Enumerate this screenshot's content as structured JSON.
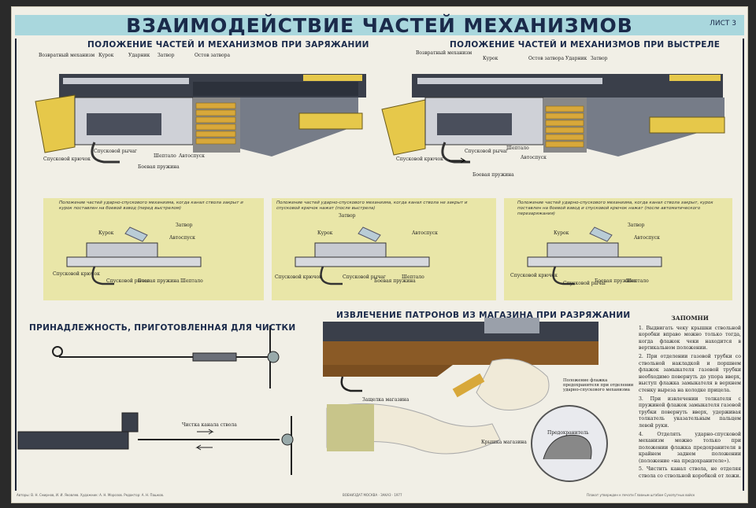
{
  "title": "ВЗАИМОДЕЙСТВИЕ ЧАСТЕЙ МЕХАНИЗМОВ",
  "sheet": "ЛИСТ 3",
  "left_section": {
    "heading": "ПОЛОЖЕНИЕ ЧАСТЕЙ И МЕХАНИЗМОВ ПРИ ЗАРЯЖАНИИ",
    "labels": [
      "Возвратный механизм",
      "Курок",
      "Ударник",
      "Затвор",
      "Остов затвора",
      "Спусковой крючок",
      "Спусковой рычаг",
      "Шептало",
      "Автоспуск",
      "Боевая пружина"
    ]
  },
  "right_section": {
    "heading": "ПОЛОЖЕНИЕ ЧАСТЕЙ И МЕХАНИЗМОВ ПРИ ВЫСТРЕЛЕ",
    "labels": [
      "Возвратный механизм",
      "Курок",
      "Остов затвора",
      "Ударник",
      "Затвор",
      "Спусковой крючок",
      "Спусковой рычаг",
      "Шептало",
      "Автоспуск",
      "Боевая пружина"
    ]
  },
  "panels": [
    {
      "caption": "Положение частей ударно-спускового механизма, когда канал ствола закрыт и курок поставлен на боевой взвод (перед выстрелом)",
      "labels": [
        "Затвор",
        "Курок",
        "Автоспуск",
        "Спусковой крючок",
        "Спусковой рычаг",
        "Боевая пружина",
        "Шептало"
      ]
    },
    {
      "caption": "Положение частей ударно-спускового механизма, когда канал ствола не закрыт и спусковой крючок нажат (после выстрела)",
      "labels": [
        "Затвор",
        "Курок",
        "Автоспуск",
        "Спусковой крючок",
        "Спусковой рычаг",
        "Боевая пружина",
        "Шептало"
      ]
    },
    {
      "caption": "Положение частей ударно-спускового механизма, когда канал ствола закрыт, курок поставлен на боевой взвод и спусковой крючок нажат (после автоматического перезаряжания)",
      "labels": [
        "Затвор",
        "Курок",
        "Автоспуск",
        "Спусковой крючок",
        "Спусковой рычаг",
        "Боевая пружина",
        "Шептало"
      ]
    }
  ],
  "cleaning": {
    "heading": "ПРИНАДЛЕЖНОСТЬ, ПРИГОТОВЛЕННАЯ ДЛЯ ЧИСТКИ",
    "label": "Чистка канала ствола"
  },
  "unloading": {
    "heading": "ИЗВЛЕЧЕНИЕ ПАТРОНОВ ИЗ МАГАЗИНА ПРИ РАЗРЯЖАНИИ",
    "labels": [
      "Защелка магазина",
      "Крышка магазина",
      "Положение флажка предохранителя при отделении ударно-спускового механизма",
      "Предохранитель"
    ]
  },
  "notes": {
    "title": "ЗАПОМНИ",
    "items": [
      "1. Выдвигать чеку крышки ствольной коробки вправо можно только тогда, когда флажок чеки находится в вертикальном положении.",
      "2. При отделении газовой трубки со ствольной накладкой и поршнем флажок замыкателя газовой трубки необходимо повернуть до упора вверх, выступ флажка замыкателя в верхнем стенку выреза на колодке прицела.",
      "3. При извлечении толкателя с пружиной флажок замыкателя газовой трубки повернуть вверх, удерживая толкатель указательным пальцем левой руки.",
      "4. Отделять ударно-спусковой механизм можно только при положении флажка предохранителя в крайнем заднем положении (положение «на предохранителе»).",
      "5. Чистить канал ствола, не отделяя ствола со ствольной коробкой от ложи."
    ]
  },
  "footer": {
    "left": "Авторы: В. Н. Смирнов, И. И. Яковлев. Художник: А. Н. Морозов. Редактор: А. Н. Пашков.",
    "center": "ВОЕНИЗДАТ МОСКВА · ЗАКАЗ · 1977",
    "right": "Плакат утвержден к печати Главным штабом Сухопутных войск"
  },
  "colors": {
    "band": "#a9d7dd",
    "panel": "#e9e6a8",
    "wood": "#e6c84a",
    "metal": "#3a3f4a",
    "skin": "#f0ead8"
  }
}
